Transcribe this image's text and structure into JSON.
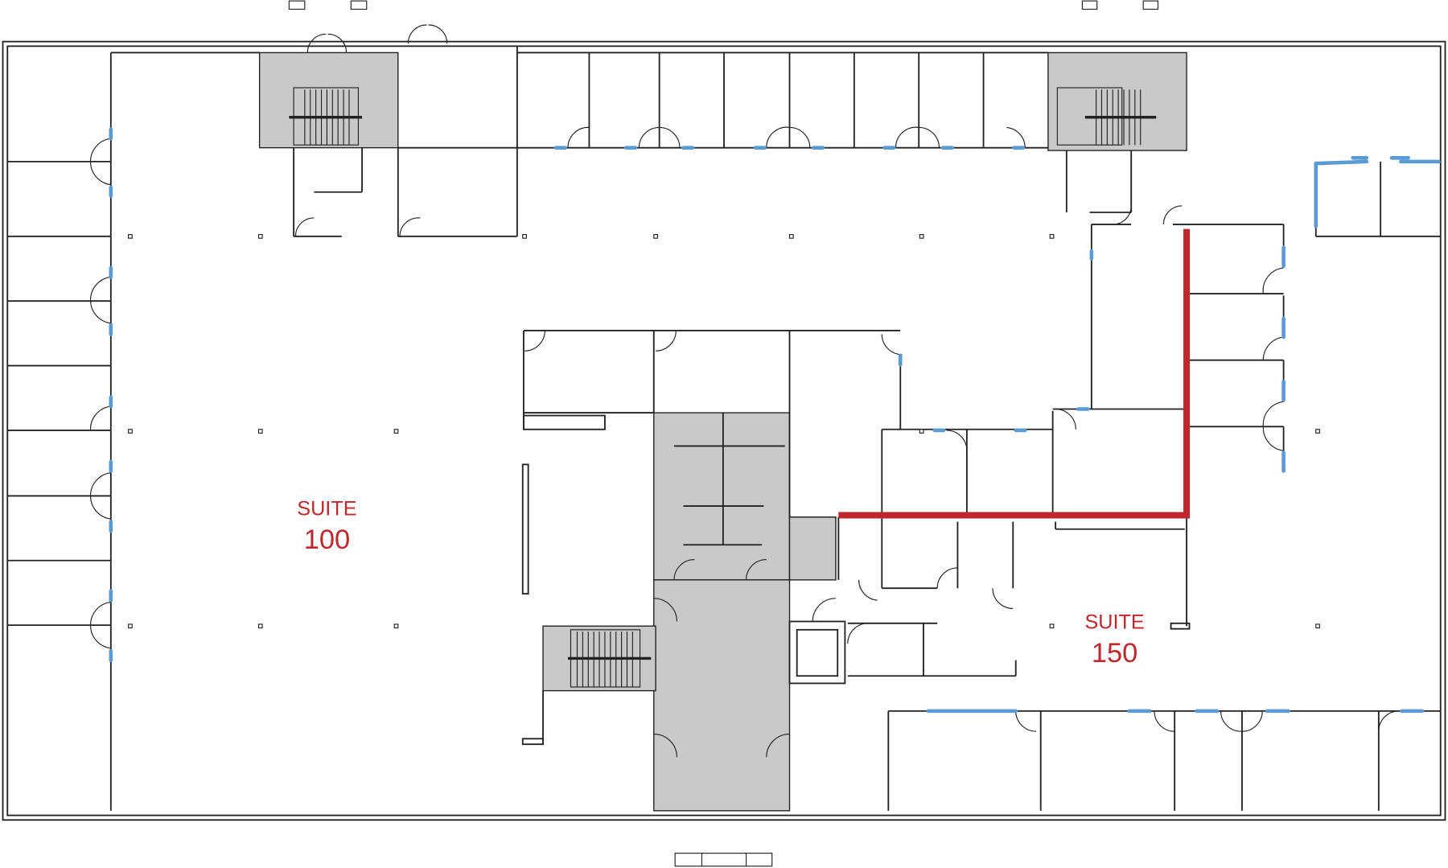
{
  "plan": {
    "suites": [
      {
        "label": "SUITE",
        "number": "100"
      },
      {
        "label": "SUITE",
        "number": "150"
      }
    ],
    "colors": {
      "suite_label": "#c0272d",
      "demising_wall": "#c0272d",
      "core_fill": "#c9c9c9",
      "window": "#5b9bd5"
    }
  }
}
